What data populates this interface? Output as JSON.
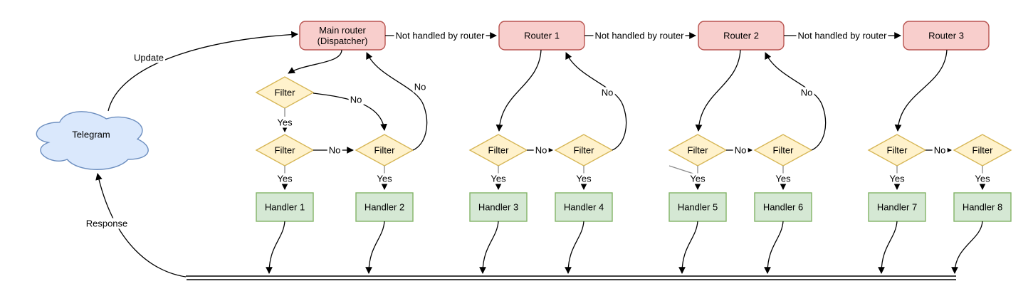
{
  "labels": {
    "telegram": "Telegram",
    "update": "Update",
    "response": "Response",
    "not_handled": "Not handled by router",
    "yes": "Yes",
    "no": "No",
    "filter": "Filter"
  },
  "nodes": {
    "main_router": {
      "line1": "Main router",
      "line2": "(Dispatcher)"
    },
    "routers": [
      "Router 1",
      "Router 2",
      "Router 3"
    ],
    "handlers": [
      "Handler 1",
      "Handler 2",
      "Handler 3",
      "Handler 4",
      "Handler 5",
      "Handler 6",
      "Handler 7",
      "Handler 8"
    ]
  },
  "colors": {
    "router_fill": "#f8cecc",
    "router_stroke": "#b85450",
    "filter_fill": "#fff2cc",
    "filter_stroke": "#d6b656",
    "handler_fill": "#d5e8d4",
    "handler_stroke": "#82b366",
    "cloud_fill": "#dae8fc",
    "cloud_stroke": "#6c8ebf",
    "edge": "#000000"
  }
}
